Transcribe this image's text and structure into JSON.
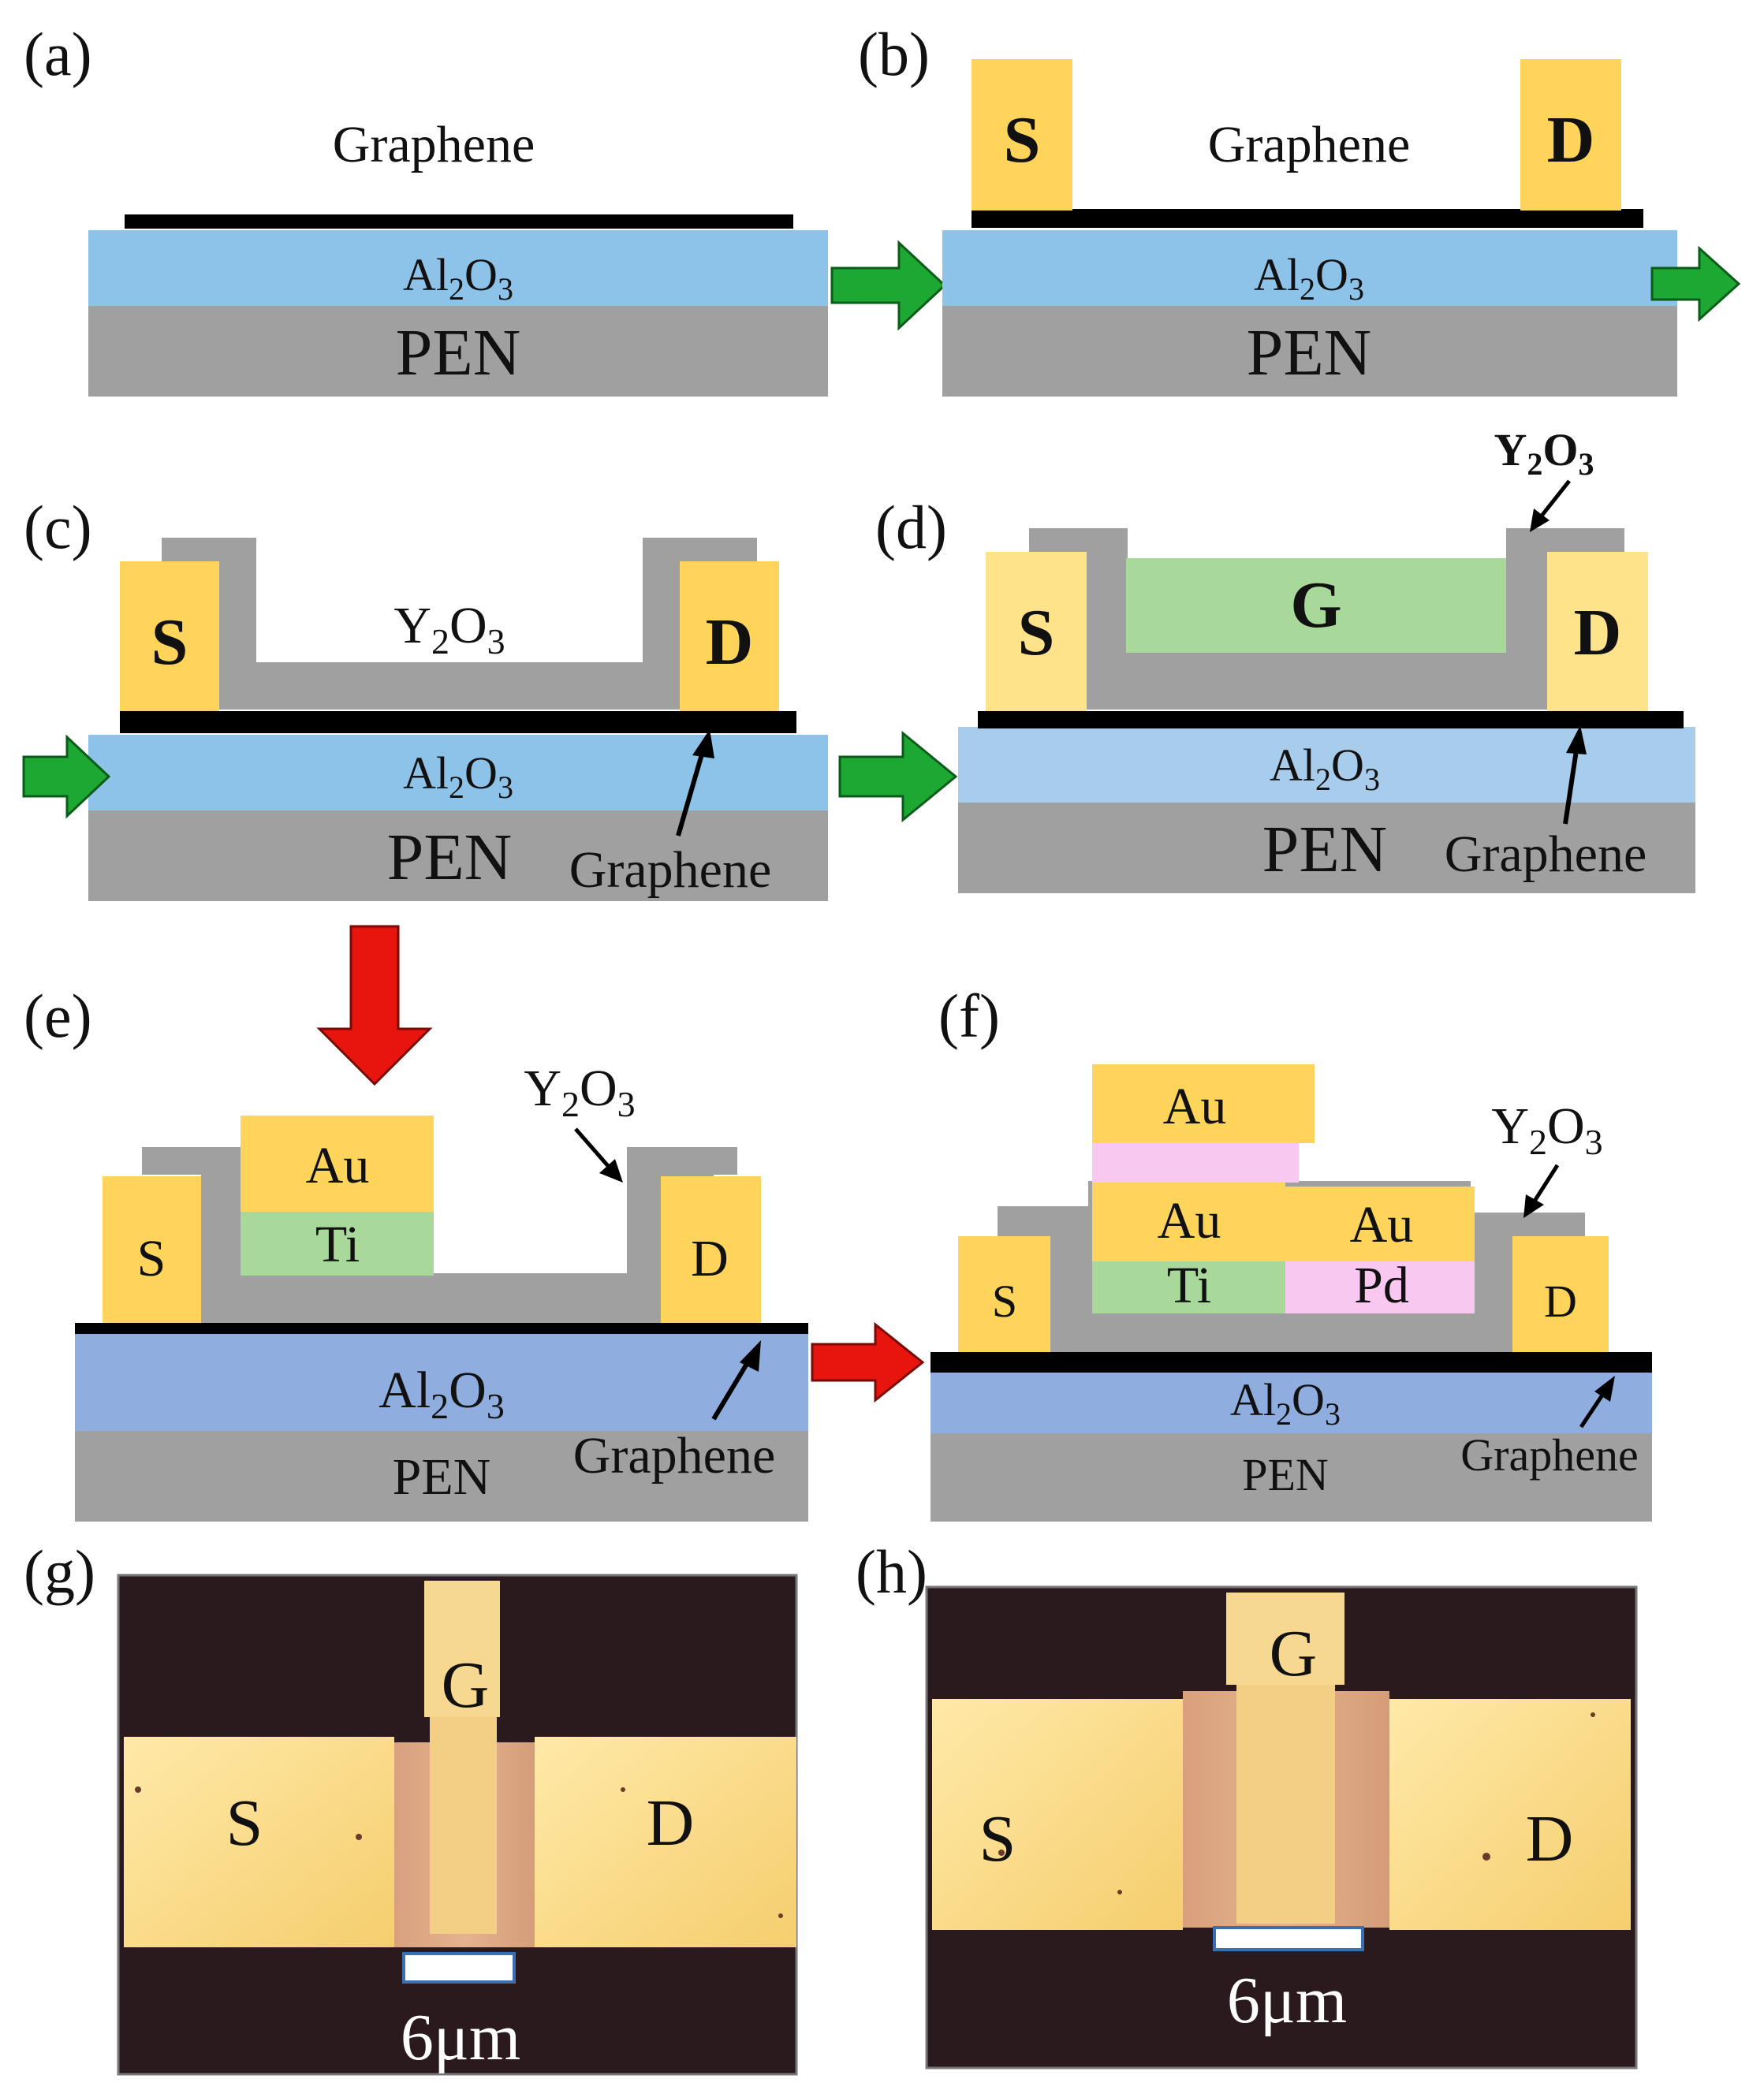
{
  "colors": {
    "gold": "#FFD45A",
    "gray": "#A0A0A0",
    "blue": "#8DC3E8",
    "blue_dark": "#8FAEDF",
    "green_layer": "#A8D89A",
    "pink": "#F8C8F0",
    "black": "#000000",
    "arrow_green": "#1DA834",
    "arrow_red": "#E8140E"
  },
  "panels": {
    "a": {
      "label": "(a)",
      "graphene": "Graphene",
      "oxide": "Al",
      "oxide_sub1": "2",
      "oxide_mid": "O",
      "oxide_sub2": "3",
      "substrate": "PEN"
    },
    "b": {
      "label": "(b)",
      "source": "S",
      "drain": "D",
      "graphene": "Graphene",
      "oxide": "Al",
      "oxide_sub1": "2",
      "oxide_mid": "O",
      "oxide_sub2": "3",
      "substrate": "PEN"
    },
    "c": {
      "label": "(c)",
      "source": "S",
      "drain": "D",
      "dielectric": "Y",
      "dielectric_sub1": "2",
      "dielectric_mid": "O",
      "dielectric_sub2": "3",
      "oxide": "Al",
      "oxide_sub1": "2",
      "oxide_mid": "O",
      "oxide_sub2": "3",
      "substrate": "PEN",
      "graphene": "Graphene"
    },
    "d": {
      "label": "(d)",
      "source": "S",
      "drain": "D",
      "gate": "G",
      "dielectric": "Y",
      "dielectric_sub1": "2",
      "dielectric_mid": "O",
      "dielectric_sub2": "3",
      "oxide": "Al",
      "oxide_sub1": "2",
      "oxide_mid": "O",
      "oxide_sub2": "3",
      "substrate": "PEN",
      "graphene": "Graphene"
    },
    "e": {
      "label": "(e)",
      "source": "S",
      "drain": "D",
      "gate_top": "Au",
      "gate_bottom": "Ti",
      "dielectric": "Y",
      "dielectric_sub1": "2",
      "dielectric_mid": "O",
      "dielectric_sub2": "3",
      "oxide": "Al",
      "oxide_sub1": "2",
      "oxide_mid": "O",
      "oxide_sub2": "3",
      "substrate": "PEN",
      "graphene": "Graphene"
    },
    "f": {
      "label": "(f)",
      "source": "S",
      "drain": "D",
      "top_metal": "Au",
      "left_top": "Au",
      "left_bottom": "Ti",
      "right_top": "Au",
      "right_bottom": "Pd",
      "dielectric": "Y",
      "dielectric_sub1": "2",
      "dielectric_mid": "O",
      "dielectric_sub2": "3",
      "oxide": "Al",
      "oxide_sub1": "2",
      "oxide_mid": "O",
      "oxide_sub2": "3",
      "substrate": "PEN",
      "graphene": "Graphene"
    },
    "g": {
      "label": "(g)",
      "source": "S",
      "drain": "D",
      "gate": "G",
      "scale": "6μm"
    },
    "h": {
      "label": "(h)",
      "source": "S",
      "drain": "D",
      "gate": "G",
      "scale": "6μm"
    }
  }
}
